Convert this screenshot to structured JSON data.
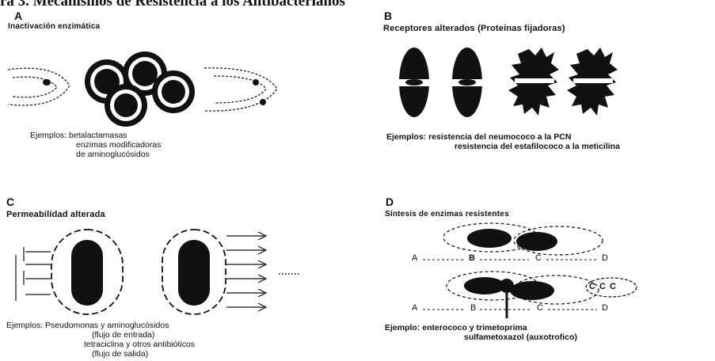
{
  "title": "ra 3. Mecanismos de Resistencia a los Antibacterianos",
  "panels": {
    "a": {
      "letter": "A",
      "heading": "Inactivación enzimática",
      "examples": [
        "Ejemplos: betalactamasas",
        "enzimas modificadoras",
        "de aminoglucósidos"
      ]
    },
    "b": {
      "letter": "B",
      "heading": "Receptores alterados (Proteínas fijadoras)",
      "examples": [
        "Ejemplos: resistencia del neumococo a la PCN",
        "resistencia del estafilococo a la meticilina"
      ]
    },
    "c": {
      "letter": "C",
      "heading": "Permeabilidad alterada",
      "examples": [
        "Ejemplos: Pseudomonas y aminoglucósidos",
        "(flujo de entrada)",
        "tetraciclina y otros antibióticos",
        "(flujo de salida)"
      ]
    },
    "d": {
      "letter": "D",
      "heading": "Síntesis de enzimas resistentes",
      "labels": [
        "A",
        "B",
        "C",
        "D"
      ],
      "ccc": "C C C",
      "examples": [
        "Ejemplo: enterococo y trimetoprima",
        "sulfametoxazol (auxotrofico)"
      ]
    }
  }
}
